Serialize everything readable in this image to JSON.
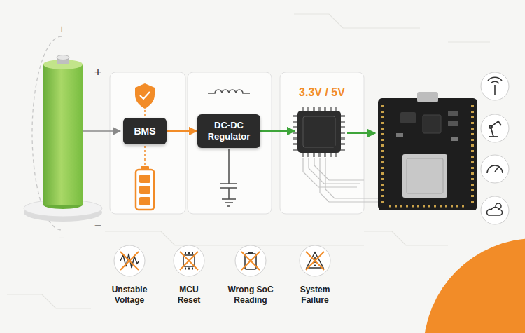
{
  "diagram": {
    "nodes": [
      {
        "text": [
          "BMS"
        ]
      },
      {
        "text": [
          "DC-DC Regulator"
        ]
      }
    ],
    "edges": [
      {
        "from": 0,
        "to": 1,
        "arrow": "to"
      }
    ],
    "labels": [
      "+",
      "+",
      "−",
      "−",
      "3.3V / 5V",
      "Unstable Voltage",
      "MCU Reset",
      "Wrong SoC Reading",
      "System Failure"
    ]
  }
}
